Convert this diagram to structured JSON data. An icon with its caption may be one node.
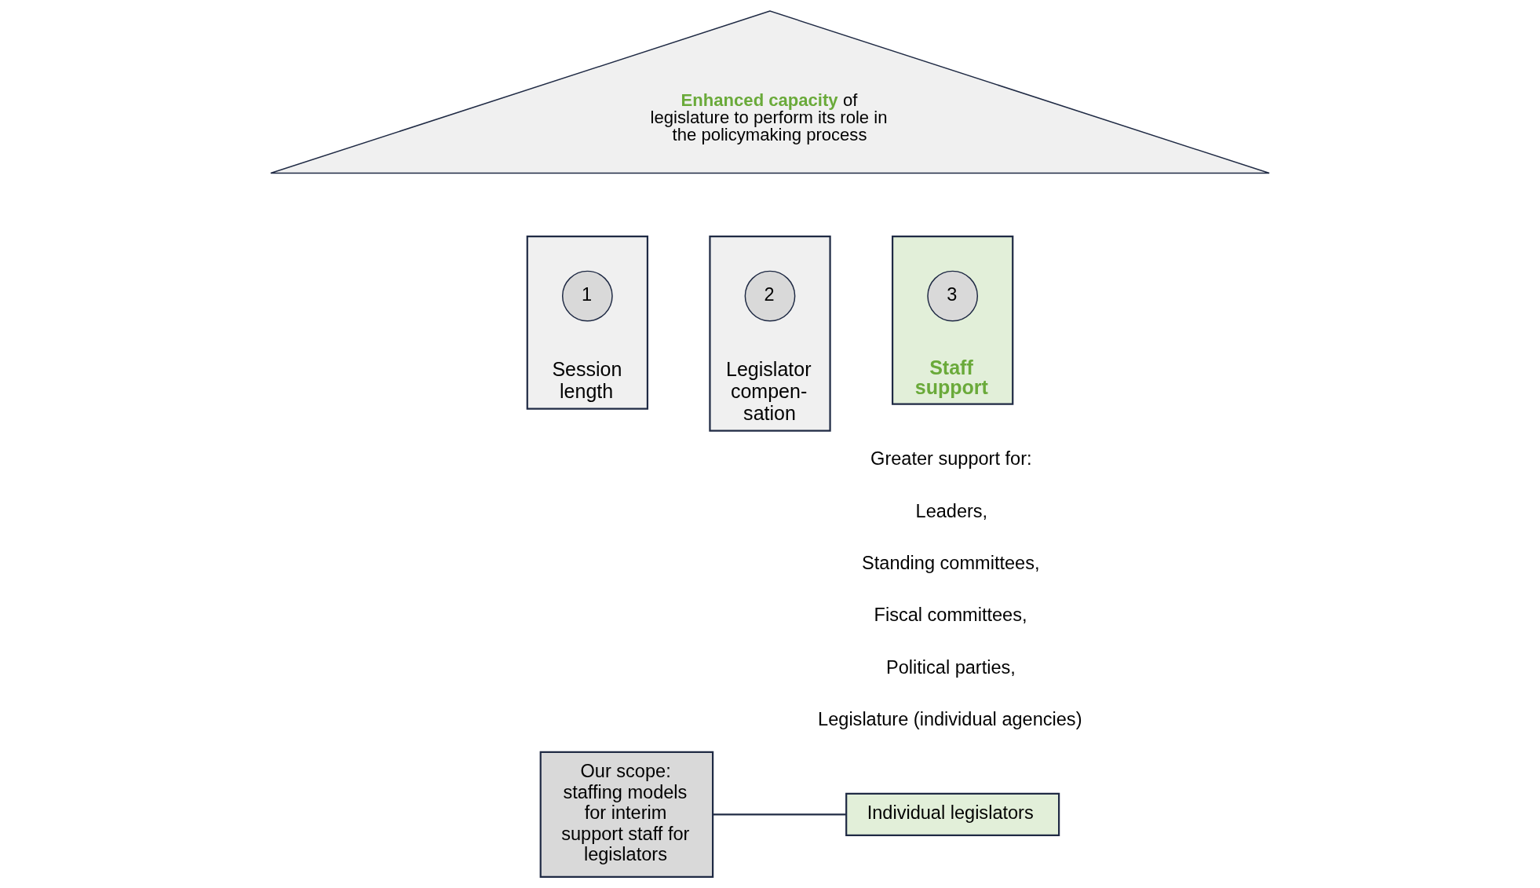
{
  "diagram": {
    "nodes": [
      {
        "text": [
          "**Enhanced capacity** of legislature to perform its role in the policymaking process"
        ]
      },
      {
        "text": [
          "Session length"
        ]
      },
      {
        "text": [
          "1"
        ],
        "in": 1
      },
      {
        "text": [
          "Legislator compen- sation"
        ]
      },
      {
        "text": [
          "2"
        ],
        "in": 3
      },
      {
        "text": [
          "Staff support"
        ]
      },
      {
        "text": [
          "3"
        ],
        "in": 5
      },
      {
        "text": [
          "Individual legislators"
        ]
      },
      {
        "text": [
          "Our scope: staffing models for interim support staff for legislators"
        ]
      }
    ],
    "edges": [
      {
        "from": 8,
        "to": 7,
        "arrow": "none"
      }
    ],
    "labels": [
      "Greater support for:",
      "Leaders,",
      "Standing committees,",
      "Fiscal committees,",
      "Political parties,",
      "Legislature (individual agencies)"
    ]
  }
}
